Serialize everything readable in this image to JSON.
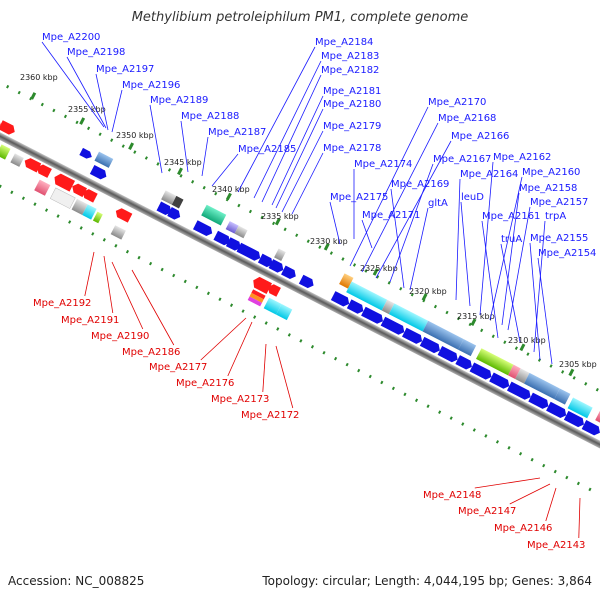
{
  "title": "Methylibium petroleiphilum PM1, complete genome",
  "footer": {
    "accession": "Accession: NC_008825",
    "summary": "Topology: circular; Length: 4,044,195 bp; Genes: 3,864"
  },
  "colors": {
    "forward_label": "#1a1aff",
    "reverse_label": "#e00000",
    "backbone": "#8c8c8c",
    "tick": "#2d8a2d"
  },
  "scale_labels": [
    "2360 kbp",
    "2355 kbp",
    "2350 kbp",
    "2345 kbp",
    "2340 kbp",
    "2335 kbp",
    "2330 kbp",
    "2325 kbp",
    "2320 kbp",
    "2315 kbp",
    "2310 kbp",
    "2305 kbp"
  ],
  "forward_genes": [
    "Mpe_A2200",
    "Mpe_A2198",
    "Mpe_A2197",
    "Mpe_A2196",
    "Mpe_A2189",
    "Mpe_A2188",
    "Mpe_A2187",
    "Mpe_A2185",
    "Mpe_A2184",
    "Mpe_A2183",
    "Mpe_A2182",
    "Mpe_A2181",
    "Mpe_A2180",
    "Mpe_A2179",
    "Mpe_A2178",
    "Mpe_A2174",
    "Mpe_A2175",
    "Mpe_A2171",
    "Mpe_A2170",
    "Mpe_A2168",
    "Mpe_A2166",
    "Mpe_A2167",
    "Mpe_A2169",
    "gltA",
    "Mpe_A2164",
    "leuD",
    "Mpe_A2162",
    "Mpe_A2160",
    "Mpe_A2158",
    "Mpe_A2157",
    "Mpe_A2161",
    "trpA",
    "truA",
    "Mpe_A2155",
    "Mpe_A2154"
  ],
  "reverse_genes": [
    "Mpe_A2192",
    "Mpe_A2191",
    "Mpe_A2190",
    "Mpe_A2186",
    "Mpe_A2177",
    "Mpe_A2176",
    "Mpe_A2173",
    "Mpe_A2172",
    "Mpe_A2148",
    "Mpe_A2147",
    "Mpe_A2146",
    "Mpe_A2143"
  ]
}
